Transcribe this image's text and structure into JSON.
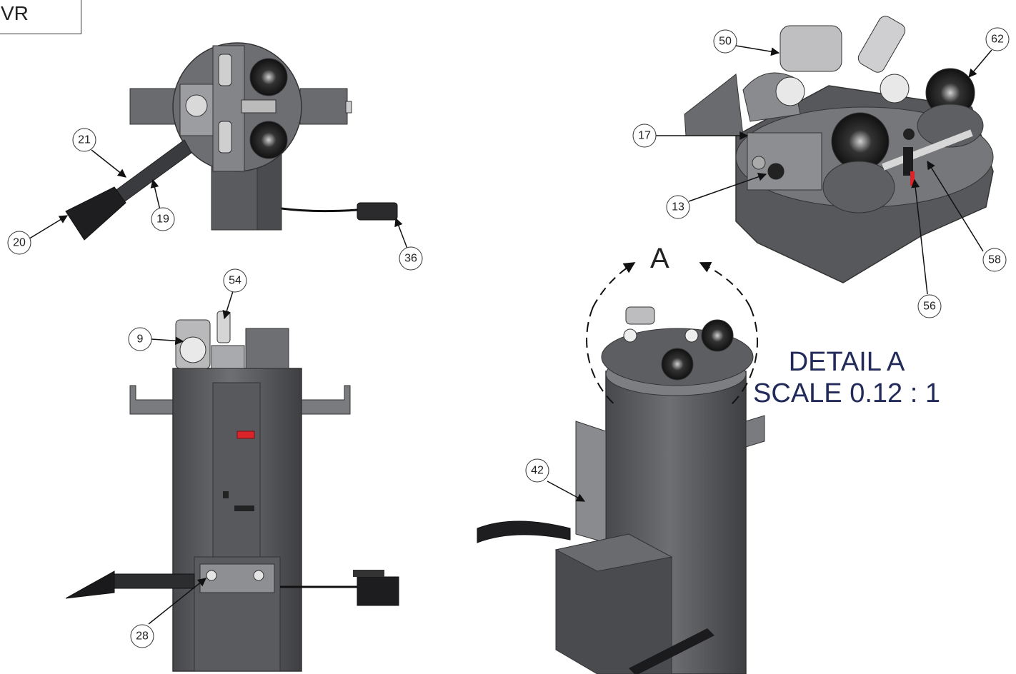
{
  "view_label": "VR",
  "detail": {
    "letter": "A",
    "title": "DETAIL  A",
    "scale": "SCALE 0.12 : 1"
  },
  "callouts": [
    "21",
    "19",
    "20",
    "36",
    "54",
    "9",
    "28",
    "42",
    "50",
    "62",
    "17",
    "13",
    "58",
    "56"
  ],
  "colors": {
    "body": "#5f6063",
    "body_dark": "#47484b",
    "body_light": "#8a8b8e",
    "accent_red": "#d9252a",
    "line": "#222222"
  }
}
